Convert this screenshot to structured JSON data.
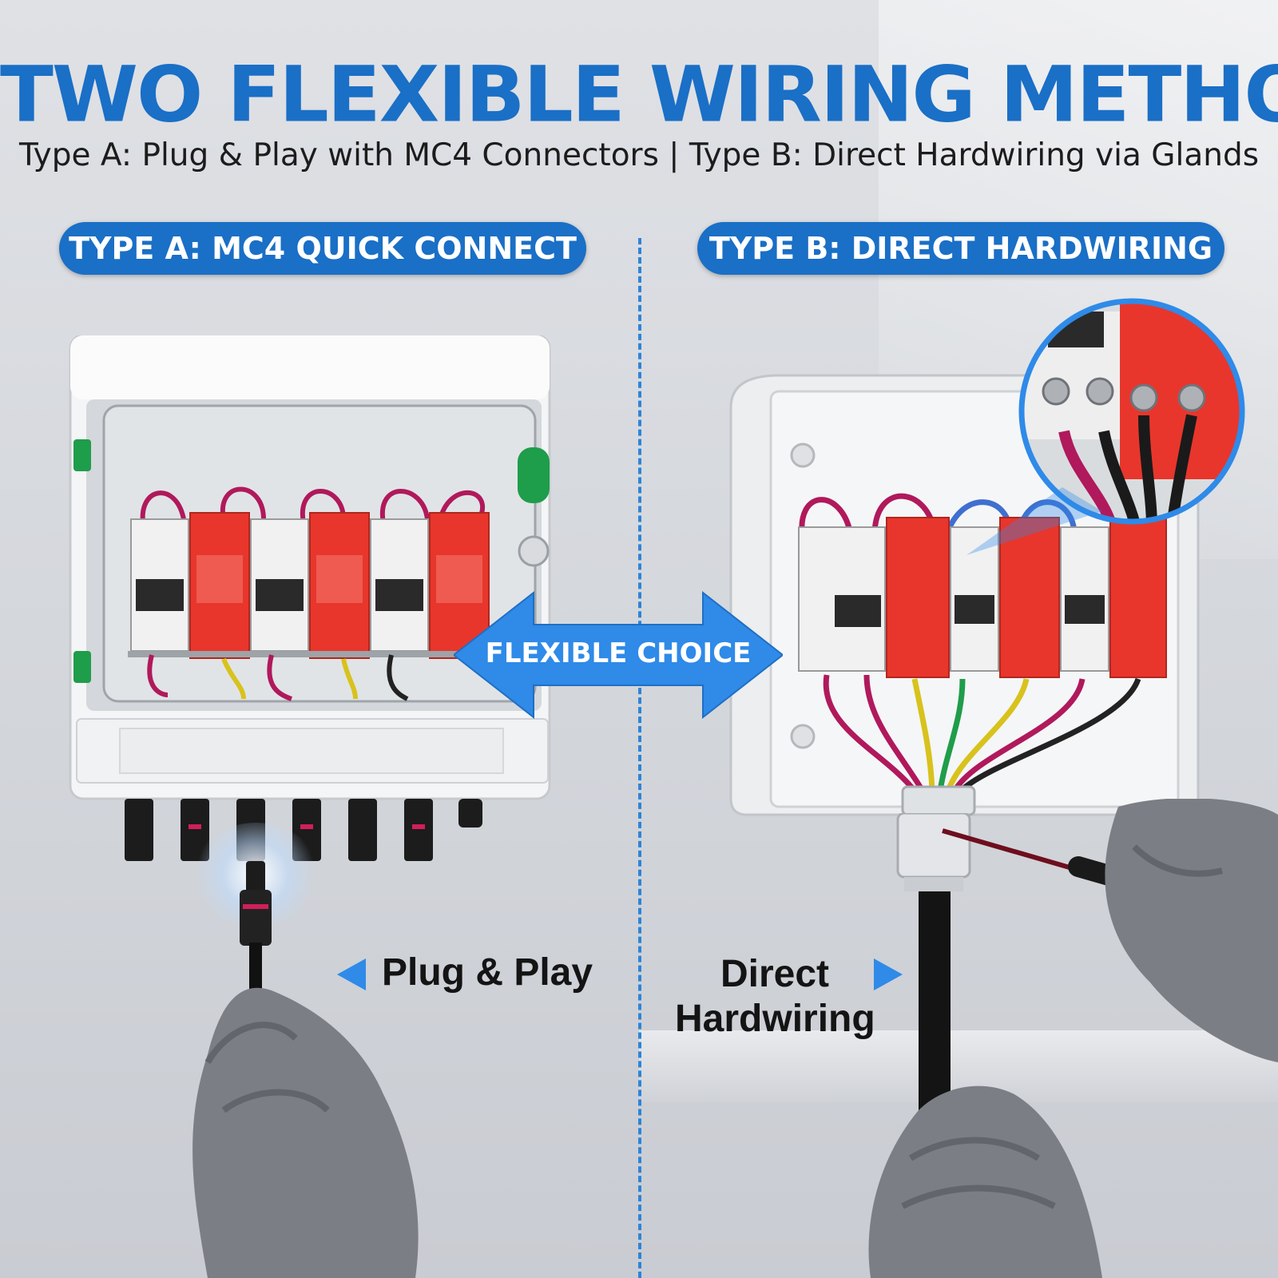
{
  "header": {
    "title": "TWO FLEXIBLE WIRING METHODS",
    "subtitle": "Type A: Plug & Play with MC4 Connectors | Type B: Direct Hardwiring via Glands"
  },
  "panels": {
    "type_a": {
      "label": "TYPE A: MC4 QUICK CONNECT",
      "caption": "Plug & Play"
    },
    "type_b": {
      "label": "TYPE B: DIRECT HARDWIRING",
      "caption_line1": "Direct",
      "caption_line2": "Hardwiring"
    }
  },
  "center_arrow": {
    "label": "FLEXIBLE CHOICE"
  },
  "colors": {
    "brand_blue": "#1a6fc6",
    "arrow_blue": "#2f8ae8",
    "breaker_red": "#e8362c",
    "wire_magenta": "#b0195c"
  },
  "icons": {
    "caption_a_pointer": "triangle-left-icon",
    "caption_b_pointer": "triangle-right-icon"
  }
}
